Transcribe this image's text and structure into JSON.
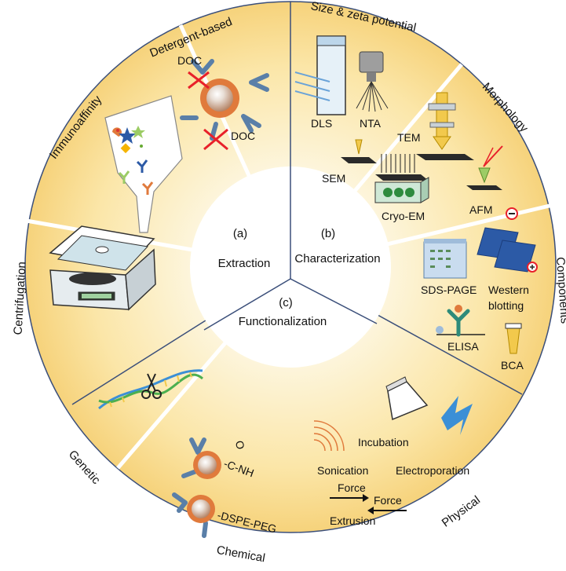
{
  "center": {
    "extraction": {
      "letter": "(a)",
      "title": "Extraction"
    },
    "characterization": {
      "letter": "(b)",
      "title": "Characterization"
    },
    "functionalization": {
      "letter": "(c)",
      "title": "Functionalization"
    }
  },
  "segments": {
    "detergent": "Detergent-based",
    "immunoaffinity": "Immunoaffinity",
    "centrifugation": "Centrifugation",
    "size_zeta": "Size & zeta potential",
    "morphology": "Morphology",
    "components": "Components",
    "genetic": "Genetic",
    "chemical": "Chemical",
    "physical": "Physical"
  },
  "labels": {
    "doc_1": "DOC",
    "doc_2": "DOC",
    "dls": "DLS",
    "nta": "NTA",
    "tem": "TEM",
    "sem": "SEM",
    "cryo_em": "Cryo-EM",
    "afm": "AFM",
    "sds_page": "SDS-PAGE",
    "western_1": "Western",
    "western_2": "blotting",
    "elisa": "ELISA",
    "bca": "BCA",
    "amide_o": "O",
    "amide_c": "-C-NH",
    "dspe": "-DSPE-PEG",
    "incubation": "Incubation",
    "sonication": "Sonication",
    "electroporation": "Electroporation",
    "force_1": "Force",
    "force_2": "Force",
    "extrusion": "Extrusion"
  },
  "colors": {
    "ring": "#f9dc91",
    "ring_light": "#fdf3d6",
    "divider": "#ffffff",
    "major_divider": "#3b4f7a",
    "vesicle": "#e07a3c",
    "antibody": "#5a7fa8",
    "red_cross": "#e8202a"
  }
}
